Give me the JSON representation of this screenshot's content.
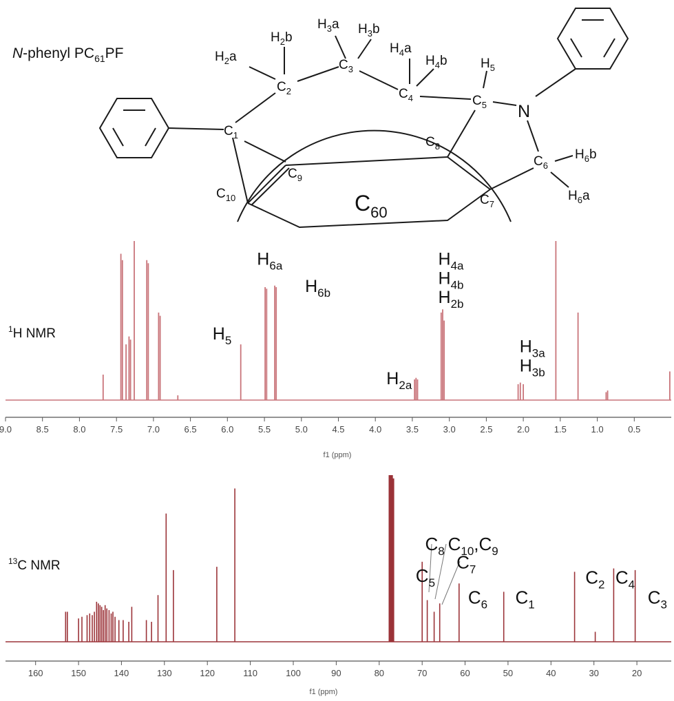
{
  "molecule": {
    "title_prefix": "N",
    "title_main": "-phenyl PC",
    "title_sub": "61",
    "title_suffix": "PF",
    "atoms": {
      "C1": "C",
      "C1n": "1",
      "C2": "C",
      "C2n": "2",
      "C3": "C",
      "C3n": "3",
      "C4": "C",
      "C4n": "4",
      "C5": "C",
      "C5n": "5",
      "C6": "C",
      "C6n": "6",
      "C7": "C",
      "C7n": "7",
      "C8": "C",
      "C8n": "8",
      "C9": "C",
      "C9n": "9",
      "C10": "C",
      "C10n": "10",
      "N": "N",
      "C60": "C",
      "C60n": "60",
      "H2a": "H",
      "H2an": "2",
      "H2ab": "a",
      "H2b": "H",
      "H2bn": "2",
      "H2bb": "b",
      "H3a": "H",
      "H3an": "3",
      "H3ab": "a",
      "H3b": "H",
      "H3bn": "3",
      "H3bb": "b",
      "H4a": "H",
      "H4an": "4",
      "H4ab": "a",
      "H4b": "H",
      "H4bn": "4",
      "H4bb": "b",
      "H5": "H",
      "H5n": "5",
      "H6a": "H",
      "H6an": "6",
      "H6ab": "a",
      "H6b": "H",
      "H6bn": "6",
      "H6bb": "b"
    }
  },
  "chart_data": [
    {
      "type": "line",
      "nucleus_sup": "1",
      "nucleus_text": "H NMR",
      "xlabel": "f1 (ppm)",
      "xlim": [
        9.0,
        0.0
      ],
      "x_reversed": true,
      "ticks": [
        "9.0",
        "8.5",
        "8.0",
        "7.5",
        "7.0",
        "6.5",
        "6.0",
        "5.5",
        "5.0",
        "4.5",
        "4.0",
        "3.5",
        "3.0",
        "2.5",
        "2.0",
        "1.5",
        "1.0",
        "0.5"
      ],
      "tick_values": [
        9.0,
        8.5,
        8.0,
        7.5,
        7.0,
        6.5,
        6.0,
        5.5,
        5.0,
        4.5,
        4.0,
        3.5,
        3.0,
        2.5,
        2.0,
        1.5,
        1.0,
        0.5
      ],
      "color": "#c9747a",
      "peaks": [
        {
          "ppm": 7.68,
          "h": 0.16
        },
        {
          "ppm": 7.44,
          "h": 0.92
        },
        {
          "ppm": 7.42,
          "h": 0.88
        },
        {
          "ppm": 7.37,
          "h": 0.35
        },
        {
          "ppm": 7.33,
          "h": 0.4
        },
        {
          "ppm": 7.31,
          "h": 0.38
        },
        {
          "ppm": 7.26,
          "h": 1.0
        },
        {
          "ppm": 7.09,
          "h": 0.88
        },
        {
          "ppm": 7.07,
          "h": 0.86
        },
        {
          "ppm": 6.93,
          "h": 0.55
        },
        {
          "ppm": 6.91,
          "h": 0.53
        },
        {
          "ppm": 6.67,
          "h": 0.03
        },
        {
          "ppm": 5.82,
          "h": 0.35
        },
        {
          "ppm": 5.49,
          "h": 0.71
        },
        {
          "ppm": 5.47,
          "h": 0.7
        },
        {
          "ppm": 5.36,
          "h": 0.72
        },
        {
          "ppm": 5.34,
          "h": 0.71
        },
        {
          "ppm": 3.47,
          "h": 0.13
        },
        {
          "ppm": 3.45,
          "h": 0.14
        },
        {
          "ppm": 3.43,
          "h": 0.13
        },
        {
          "ppm": 3.11,
          "h": 0.55
        },
        {
          "ppm": 3.09,
          "h": 0.57
        },
        {
          "ppm": 3.07,
          "h": 0.5
        },
        {
          "ppm": 2.07,
          "h": 0.1
        },
        {
          "ppm": 2.04,
          "h": 0.11
        },
        {
          "ppm": 2.0,
          "h": 0.1
        },
        {
          "ppm": 1.56,
          "h": 1.0
        },
        {
          "ppm": 1.26,
          "h": 0.55
        },
        {
          "ppm": 0.88,
          "h": 0.05
        },
        {
          "ppm": 0.86,
          "h": 0.06
        },
        {
          "ppm": 0.02,
          "h": 0.18
        }
      ],
      "annotations": [
        {
          "main": "H",
          "sub": "6a",
          "ppm": 5.6,
          "lvl": 0.85
        },
        {
          "main": "H",
          "sub": "6b",
          "ppm": 4.95,
          "lvl": 0.68
        },
        {
          "main": "H",
          "sub": "5",
          "ppm": 6.2,
          "lvl": 0.38
        },
        {
          "main": "H",
          "sub": "4a",
          "ppm": 3.15,
          "lvl": 0.85
        },
        {
          "main": "H",
          "sub": "4b",
          "ppm": 3.15,
          "lvl": 0.73
        },
        {
          "main": "H",
          "sub": "2b",
          "ppm": 3.15,
          "lvl": 0.61
        },
        {
          "main": "H",
          "sub": "2a",
          "ppm": 3.85,
          "lvl": 0.1
        },
        {
          "main": "H",
          "sub": "3a",
          "ppm": 2.05,
          "lvl": 0.3
        },
        {
          "main": "H",
          "sub": "3b",
          "ppm": 2.05,
          "lvl": 0.18
        }
      ]
    },
    {
      "type": "line",
      "nucleus_sup": "13",
      "nucleus_text": "C NMR",
      "xlabel": "f1 (ppm)",
      "xlim": [
        167,
        12
      ],
      "x_reversed": true,
      "ticks": [
        "160",
        "150",
        "140",
        "130",
        "120",
        "110",
        "100",
        "90",
        "80",
        "70",
        "60",
        "50",
        "40",
        "30",
        "20"
      ],
      "tick_values": [
        160,
        150,
        140,
        130,
        120,
        110,
        100,
        90,
        80,
        70,
        60,
        50,
        40,
        30,
        20
      ],
      "color": "#9b3338",
      "peaks": [
        {
          "ppm": 153.0,
          "h": 0.18
        },
        {
          "ppm": 152.6,
          "h": 0.18
        },
        {
          "ppm": 150.0,
          "h": 0.14
        },
        {
          "ppm": 149.2,
          "h": 0.15
        },
        {
          "ppm": 148.0,
          "h": 0.16
        },
        {
          "ppm": 147.4,
          "h": 0.17
        },
        {
          "ppm": 146.8,
          "h": 0.16
        },
        {
          "ppm": 146.3,
          "h": 0.18
        },
        {
          "ppm": 145.8,
          "h": 0.24
        },
        {
          "ppm": 145.4,
          "h": 0.23
        },
        {
          "ppm": 145.0,
          "h": 0.22
        },
        {
          "ppm": 144.6,
          "h": 0.21
        },
        {
          "ppm": 144.2,
          "h": 0.19
        },
        {
          "ppm": 143.8,
          "h": 0.22
        },
        {
          "ppm": 143.4,
          "h": 0.2
        },
        {
          "ppm": 142.9,
          "h": 0.19
        },
        {
          "ppm": 142.4,
          "h": 0.17
        },
        {
          "ppm": 142.0,
          "h": 0.18
        },
        {
          "ppm": 141.5,
          "h": 0.15
        },
        {
          "ppm": 140.6,
          "h": 0.13
        },
        {
          "ppm": 139.6,
          "h": 0.13
        },
        {
          "ppm": 138.3,
          "h": 0.12
        },
        {
          "ppm": 137.6,
          "h": 0.21
        },
        {
          "ppm": 134.2,
          "h": 0.13
        },
        {
          "ppm": 133.0,
          "h": 0.12
        },
        {
          "ppm": 131.5,
          "h": 0.28
        },
        {
          "ppm": 129.6,
          "h": 0.77
        },
        {
          "ppm": 127.9,
          "h": 0.43
        },
        {
          "ppm": 117.8,
          "h": 0.45
        },
        {
          "ppm": 113.6,
          "h": 0.92
        },
        {
          "ppm": 77.6,
          "h": 1.0
        },
        {
          "ppm": 77.3,
          "h": 1.0
        },
        {
          "ppm": 77.0,
          "h": 1.0
        },
        {
          "ppm": 76.7,
          "h": 0.98
        },
        {
          "ppm": 70.0,
          "h": 0.48
        },
        {
          "ppm": 68.8,
          "h": 0.25
        },
        {
          "ppm": 67.2,
          "h": 0.18
        },
        {
          "ppm": 65.9,
          "h": 0.23
        },
        {
          "ppm": 61.4,
          "h": 0.35
        },
        {
          "ppm": 51.0,
          "h": 0.3
        },
        {
          "ppm": 34.5,
          "h": 0.42
        },
        {
          "ppm": 29.7,
          "h": 0.06
        },
        {
          "ppm": 25.4,
          "h": 0.44
        },
        {
          "ppm": 20.4,
          "h": 0.43
        }
      ],
      "annotations": [
        {
          "main": "C",
          "sub": "5",
          "ppm": 71.5,
          "lvl": 0.36
        },
        {
          "main": "C",
          "sub": "8",
          "ppm": 69.3,
          "lvl": 0.55
        },
        {
          "main": "C",
          "sub": "10",
          "ppm": 64.0,
          "lvl": 0.55,
          "suffix": ","
        },
        {
          "main": "C",
          "sub": "9",
          "ppm": 56.8,
          "lvl": 0.55
        },
        {
          "main": "C",
          "sub": "7",
          "ppm": 62.0,
          "lvl": 0.44
        },
        {
          "main": "C",
          "sub": "6",
          "ppm": 59.3,
          "lvl": 0.23
        },
        {
          "main": "C",
          "sub": "1",
          "ppm": 48.3,
          "lvl": 0.23
        },
        {
          "main": "C",
          "sub": "2",
          "ppm": 32.0,
          "lvl": 0.35
        },
        {
          "main": "C",
          "sub": "4",
          "ppm": 25.0,
          "lvl": 0.35
        },
        {
          "main": "C",
          "sub": "3",
          "ppm": 17.5,
          "lvl": 0.23
        }
      ]
    }
  ]
}
